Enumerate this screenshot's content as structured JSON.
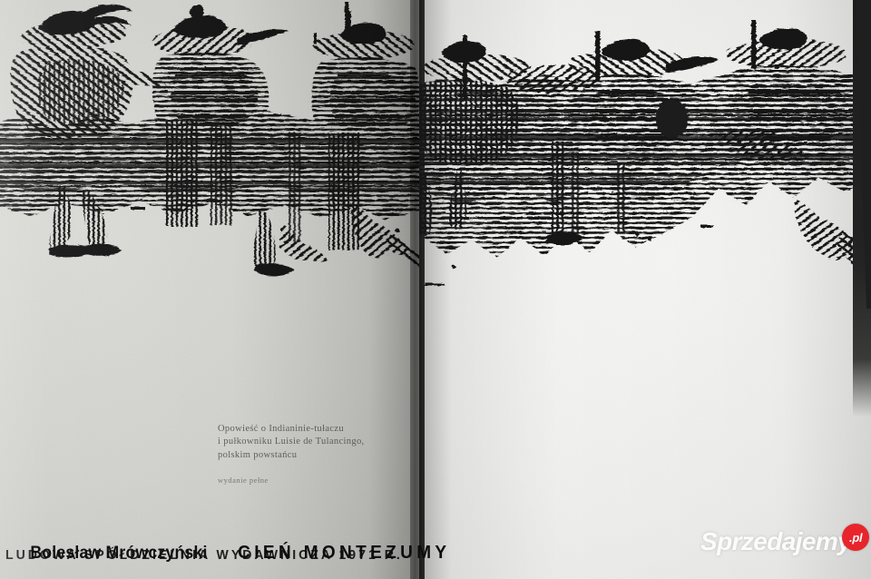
{
  "document": {
    "kind": "book-title-spread-photo",
    "language": "pl"
  },
  "left_page": {
    "imprint": "LUDOWA SPÓŁDZIELNIA WYDAWNICZA 1971 R.",
    "illustration": {
      "name": "linocut-horsemen-sombreros",
      "description": "Black linocut / woodcut illustration of riders in wide sombreros above a hatched landscape",
      "ink_color": "#141414"
    }
  },
  "right_page": {
    "colophon": {
      "line1": "Opowieść o Indianinie-tułaczu",
      "line2": "i pułkowniku Luisie de Tulancingo,",
      "line3": "polskim powstańcu"
    },
    "edition_note": "wydanie pełne",
    "author": "Bolesław Mrówczyński",
    "title": "CIEŃ MONTEZUMY",
    "illustration": {
      "name": "linocut-ruined-fort",
      "description": "Black linocut / woodcut illustration of hatched posts, fences and terrain",
      "ink_color": "#141414"
    }
  },
  "watermark": {
    "text": "Sprzedajemy",
    "badge": ".pl",
    "badge_color": "#e8252b",
    "text_color": "#ffffff"
  },
  "colors": {
    "paper_left": "#d6d6d2",
    "paper_right": "#f0f0ef",
    "ink": "#141414",
    "gutter_shadow": "#3a3a38",
    "dark_edge": "#1f1f1f"
  }
}
